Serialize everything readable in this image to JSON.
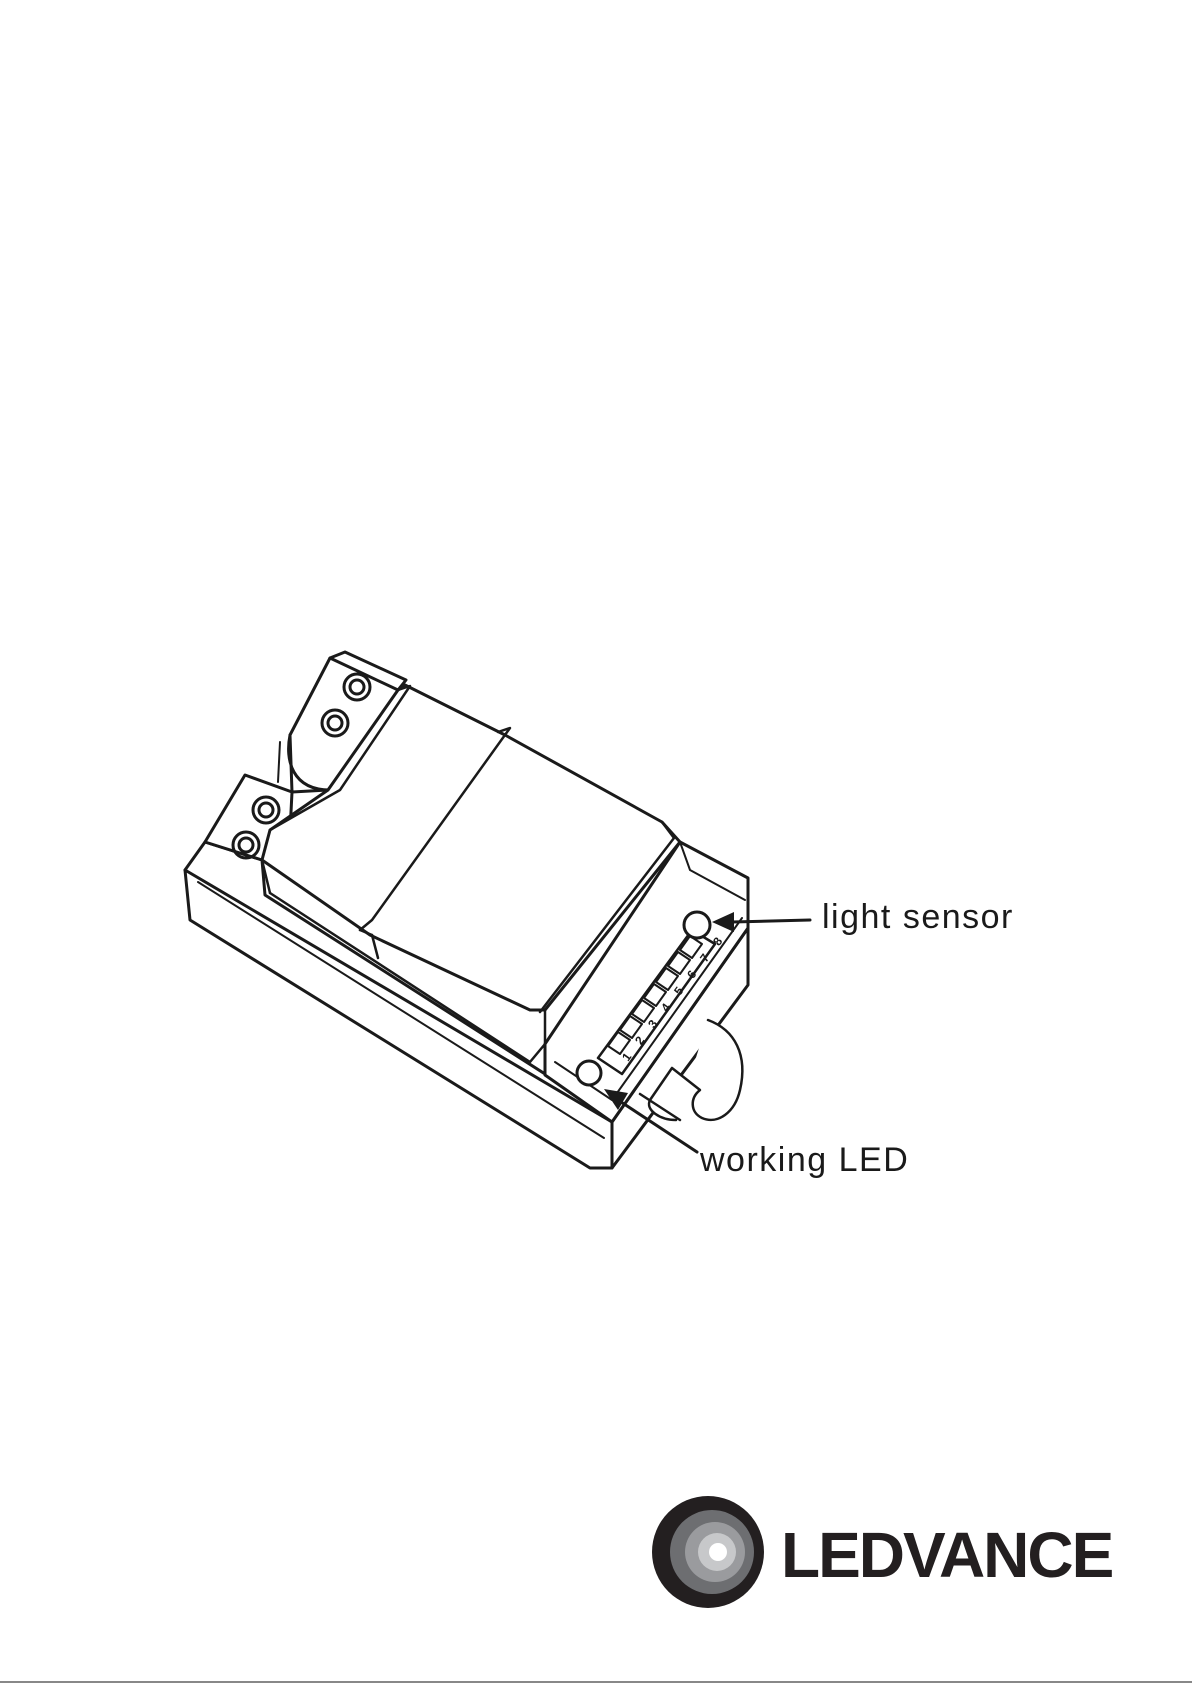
{
  "labels": {
    "light_sensor": "light sensor",
    "working_led": "working LED"
  },
  "dip_switch_numbers": [
    "1",
    "2",
    "3",
    "4",
    "5",
    "6",
    "7",
    "8"
  ],
  "logo": {
    "wordmark": "LEDVANCE",
    "colors": [
      "#231f20",
      "#6d6e71",
      "#9a9b9e",
      "#c7c8ca",
      "#ffffff"
    ]
  },
  "colors": {
    "line": "#1a1a1a",
    "background": "#ffffff"
  }
}
